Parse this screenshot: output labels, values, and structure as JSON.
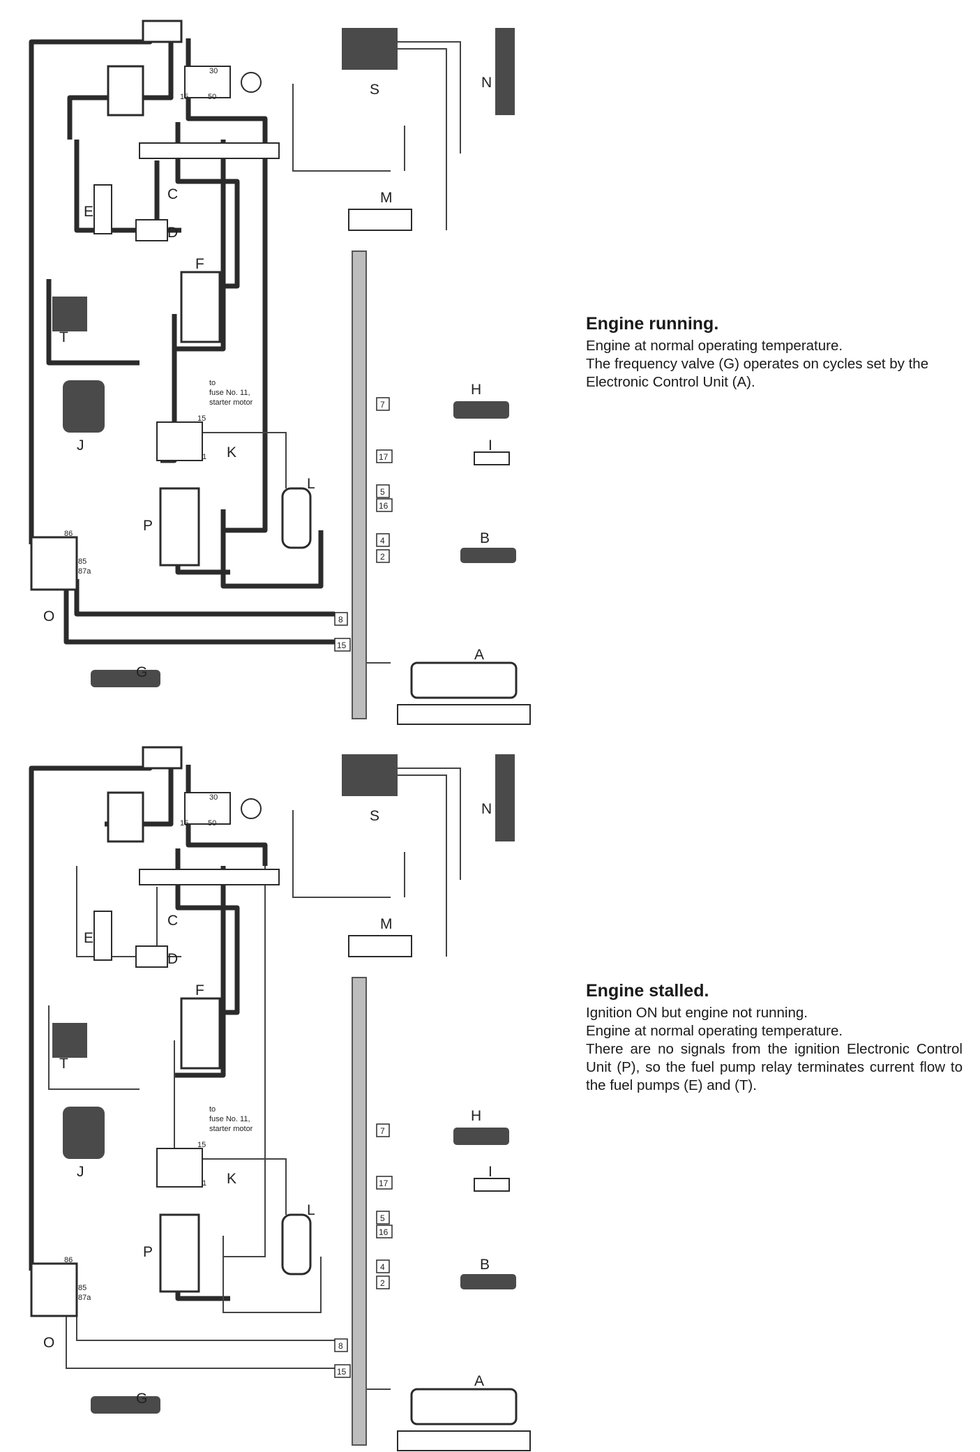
{
  "panels": [
    {
      "caption": {
        "title": "Engine running.",
        "lines": [
          "Engine at normal operating temperature.",
          "The frequency valve (G) operates on cycles set by the Electronic Control Unit (A)."
        ]
      },
      "annotation": [
        "to",
        "fuse No. 11,",
        "starter motor"
      ]
    },
    {
      "caption": {
        "title": "Engine stalled.",
        "lines": [
          "Ignition ON but engine not running.",
          "Engine at normal operating temperature.",
          "There are no signals from the ignition Electronic Control Unit (P), so the fuel pump relay terminates current flow to the fuel pumps (E) and (T)."
        ]
      },
      "annotation": [
        "to",
        "fuse No. 11,",
        "starter motor"
      ]
    }
  ],
  "component_labels": {
    "A": "A",
    "B": "B",
    "C": "C",
    "D": "D",
    "E": "E",
    "F": "F",
    "G": "G",
    "H": "H",
    "I": "I",
    "J": "J",
    "K": "K",
    "L": "L",
    "M": "M",
    "N": "N",
    "O": "O",
    "P": "P",
    "S": "S",
    "T": "T"
  },
  "terminal_numbers": {
    "ignition_switch": [
      "30",
      "15",
      "50"
    ],
    "relay_o": [
      "86",
      "85",
      "87a"
    ],
    "relay_k": [
      "15",
      "1"
    ],
    "connector_pins": [
      "7",
      "17",
      "5",
      "16",
      "4",
      "2",
      "8",
      "15"
    ]
  },
  "colors": {
    "line_dark": "#2b2b2b",
    "component_fill": "#4a4a4a",
    "harness_fill": "#bdbdbd"
  }
}
